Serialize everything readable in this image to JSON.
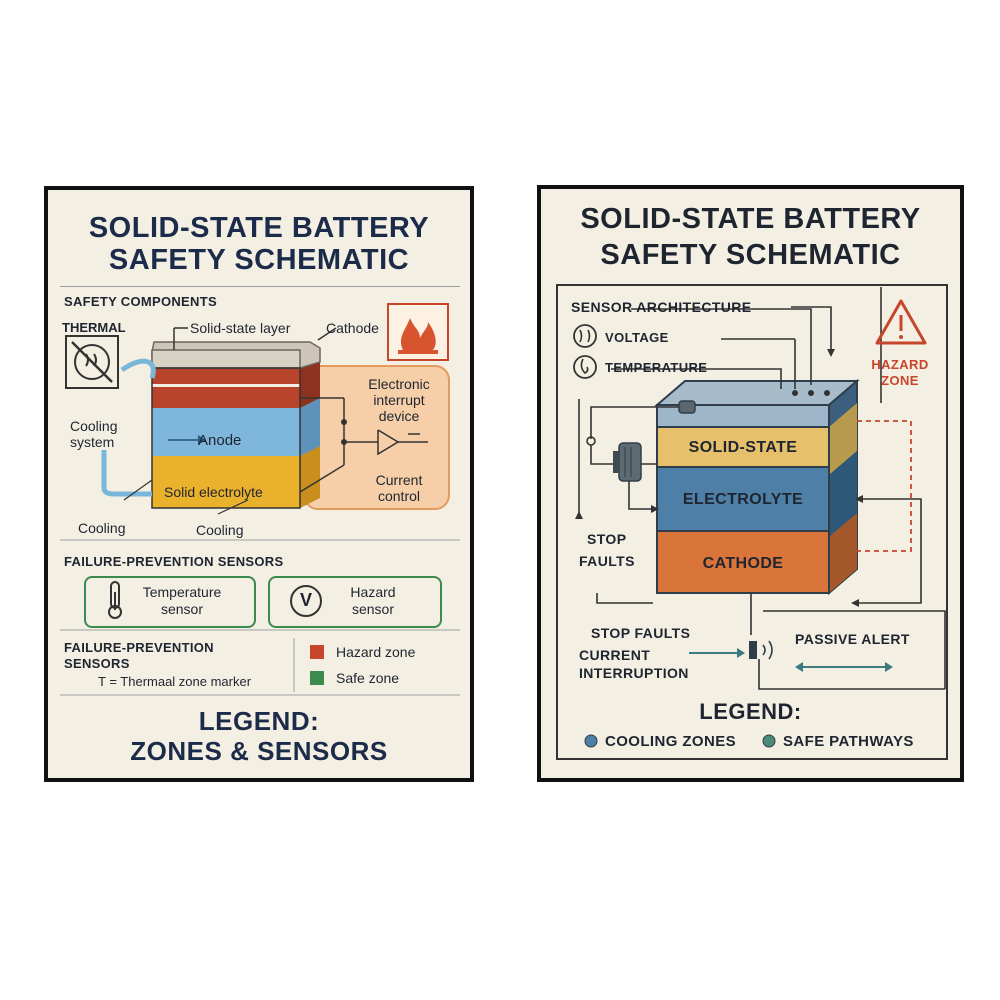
{
  "colors": {
    "navy": "#1c2b4a",
    "hazard_red": "#c7452b",
    "safe_green": "#3b8b4f",
    "anode_blue": "#7fb6dc",
    "electrolyte_yellow": "#e9b12c",
    "cathode_red": "#b8442c",
    "solid_state_gray": "#cdc6b8",
    "interrupt_orange": "#f6cfa8",
    "cathode_orange": "#d9743a",
    "electrolyte_steel": "#4e7fa6",
    "solid_state_gold": "#e6c06a"
  },
  "left_poster": {
    "title_line1": "SOLID-STATE BATTERY",
    "title_line2": "SAFETY SCHEMATIC",
    "safety_components_heading": "SAFETY COMPONENTS",
    "thermal_label": "THERMAL",
    "solid_state_layer_label": "Solid-state layer",
    "cathode_label": "Cathode",
    "anode_label": "Anode",
    "solid_electrolyte_label": "Solid electrolyte",
    "cooling_system_label_1": "Cooling",
    "cooling_system_label_2": "system",
    "cooling_left_label": "Cooling",
    "cooling_bottom_label": "Cooling",
    "eid_line1": "Electronic",
    "eid_line2": "interrupt",
    "eid_line3": "device",
    "current_control_line1": "Current",
    "current_control_line2": "control",
    "failure_heading": "FAILURE-PREVENTION SENSORS",
    "temp_sensor_line1": "Temperature",
    "temp_sensor_line2": "sensor",
    "hazard_sensor_line1": "Hazard",
    "hazard_sensor_line2": "sensor",
    "hazard_sensor_symbol": "V",
    "failure_heading2_line1": "FAILURE-PREVENTION",
    "failure_heading2_line2": "SENSORS",
    "thermal_marker_text": "T = Thermaal zone marker",
    "hazard_zone_legend": "Hazard zone",
    "safe_zone_legend": "Safe zone",
    "legend_line1": "LEGEND:",
    "legend_line2": "ZONES & SENSORS",
    "icons": [
      "no-heat-icon",
      "flame-icon",
      "thermometer-icon",
      "voltage-icon"
    ]
  },
  "right_poster": {
    "title_line1": "SOLID-STATE BATTERY",
    "title_line2": "SAFETY SCHEMATIC",
    "sensor_architecture_heading": "SENSOR ARCHITECTURE",
    "voltage_label": "VOLTAGE",
    "temperature_label": "TEMPERATURE",
    "hazard_line1": "HAZARD",
    "hazard_line2": "ZONE",
    "solid_state_label": "SOLID-STATE",
    "electrolyte_label": "ELECTROLYTE",
    "cathode_label": "CATHODE",
    "stop_faults_line1": "STOP",
    "stop_faults_line2": "FAULTS",
    "stop_faults_bottom": "STOP FAULTS",
    "current_interruption_line1": "CURRENT",
    "current_interruption_line2": "INTERRUPTION",
    "passive_alert_label": "PASSIVE ALERT",
    "legend_heading": "LEGEND:",
    "cooling_zones_legend": "COOLING ZONES",
    "safe_pathways_legend": "SAFE PATHWAYS",
    "icons": [
      "voltage-icon",
      "temperature-icon",
      "hazard-warning-icon",
      "connector-icon",
      "speaker-icon"
    ]
  }
}
